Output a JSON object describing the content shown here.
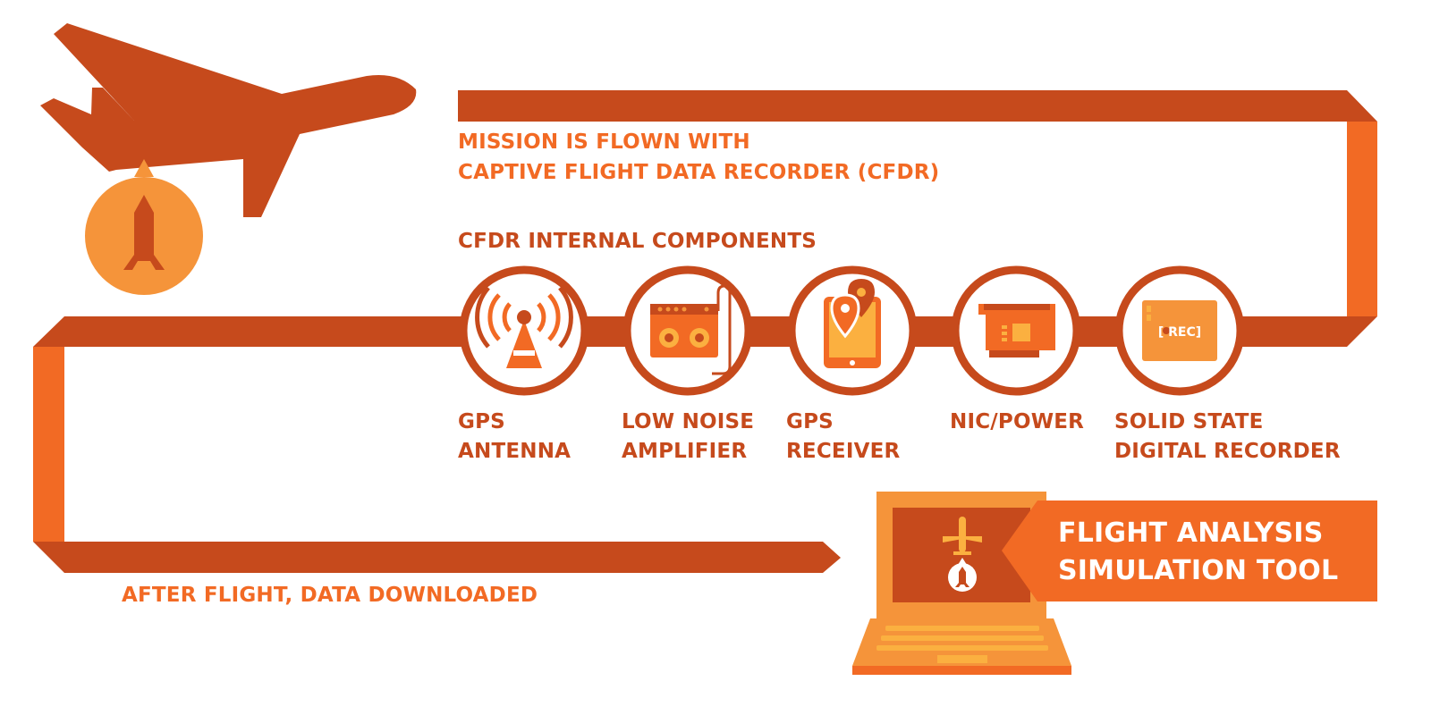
{
  "mission": {
    "line1": "MISSION IS FLOWN WITH",
    "line2": "CAPTIVE FLIGHT DATA RECORDER (CFDR)"
  },
  "components_heading": "CFDR INTERNAL COMPONENTS",
  "components": [
    {
      "line1": "GPS",
      "line2": "ANTENNA",
      "icon": "antenna-icon"
    },
    {
      "line1": "LOW NOISE",
      "line2": "AMPLIFIER",
      "icon": "amplifier-icon"
    },
    {
      "line1": "GPS",
      "line2": "RECEIVER",
      "icon": "gps-receiver-icon"
    },
    {
      "line1": "NIC/POWER",
      "line2": "",
      "icon": "circuit-board-icon"
    },
    {
      "line1": "SOLID STATE",
      "line2": "DIGITAL RECORDER",
      "icon": "recorder-icon"
    }
  ],
  "recorder_badge": "[ REC]",
  "after_flight": "AFTER FLIGHT, DATA DOWNLOADED",
  "tool": {
    "line1": "FLIGHT ANALYSIS",
    "line2": "SIMULATION TOOL"
  },
  "colors": {
    "dark_orange": "#C64A1C",
    "orange": "#F26A24",
    "light_orange": "#F5943A",
    "yellow": "#FBB040"
  }
}
